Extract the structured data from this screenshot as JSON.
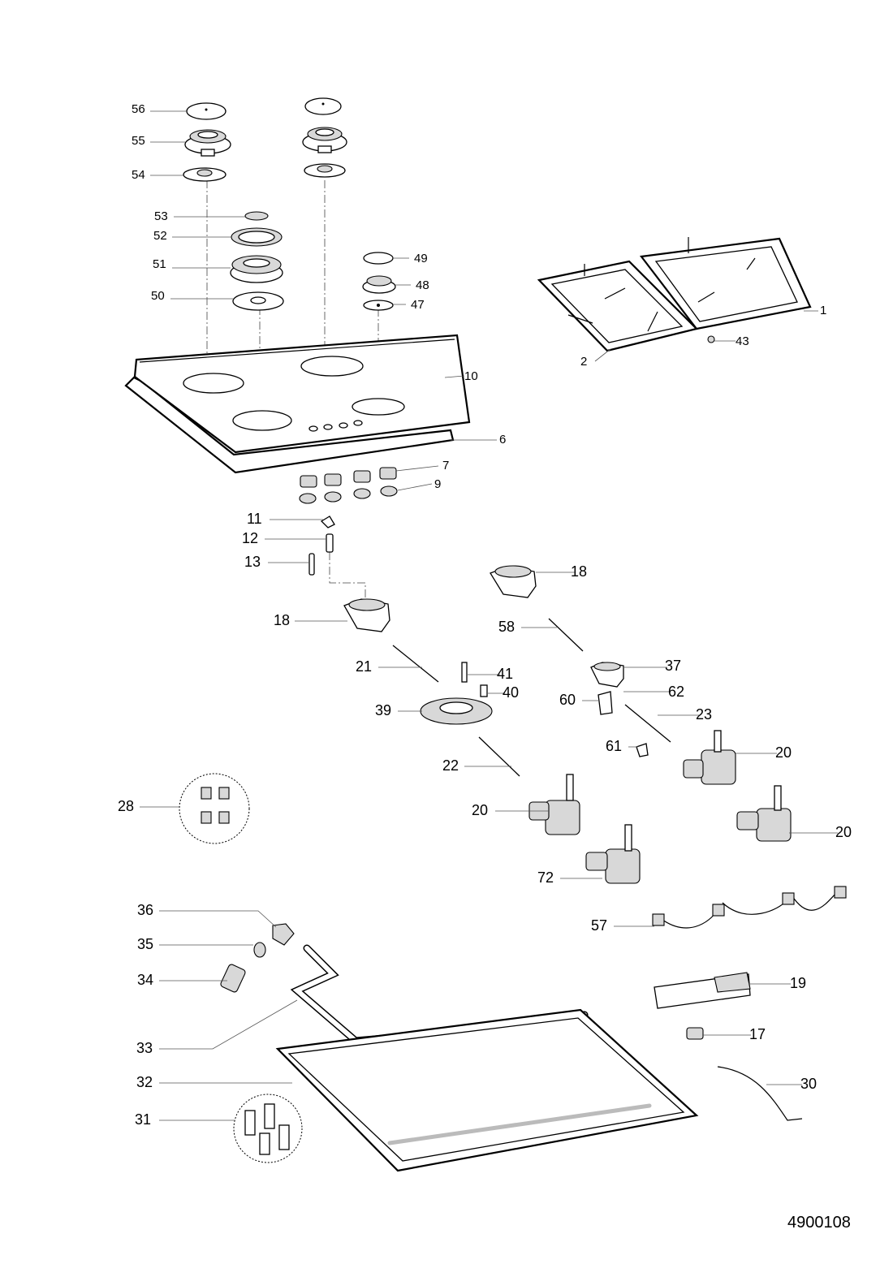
{
  "diagram": {
    "title": "Hob exploded parts diagram",
    "drawing_number": "4900108",
    "part_labels": [
      "56",
      "55",
      "54",
      "53",
      "52",
      "51",
      "50",
      "49",
      "48",
      "47",
      "1",
      "43",
      "2",
      "10",
      "6",
      "7",
      "9",
      "11",
      "12",
      "13",
      "18",
      "18",
      "58",
      "21",
      "41",
      "37",
      "40",
      "62",
      "60",
      "39",
      "23",
      "61",
      "20",
      "22",
      "20",
      "28",
      "20",
      "72",
      "36",
      "57",
      "35",
      "34",
      "19",
      "17",
      "33",
      "32",
      "30",
      "31"
    ]
  }
}
